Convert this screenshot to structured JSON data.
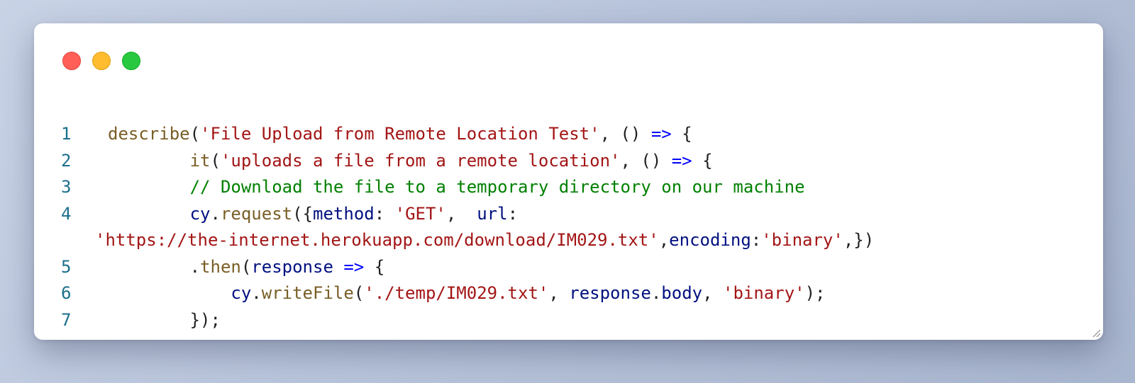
{
  "window": {
    "controls": {
      "close": "close",
      "minimize": "minimize",
      "zoom": "zoom"
    }
  },
  "code": {
    "lines": [
      {
        "number": "1",
        "tokens": [
          {
            "t": "describe",
            "c": "fn"
          },
          {
            "t": "(",
            "c": "pn"
          },
          {
            "t": "'File Upload from Remote Location Test'",
            "c": "str"
          },
          {
            "t": ", () ",
            "c": "pn"
          },
          {
            "t": "=>",
            "c": "kw"
          },
          {
            "t": " {",
            "c": "pn"
          }
        ]
      },
      {
        "number": "2",
        "tokens": [
          {
            "t": "        ",
            "c": "pn"
          },
          {
            "t": "it",
            "c": "fn"
          },
          {
            "t": "(",
            "c": "pn"
          },
          {
            "t": "'uploads a file from a remote location'",
            "c": "str"
          },
          {
            "t": ", () ",
            "c": "pn"
          },
          {
            "t": "=>",
            "c": "kw"
          },
          {
            "t": " {",
            "c": "pn"
          }
        ]
      },
      {
        "number": "3",
        "tokens": [
          {
            "t": "        ",
            "c": "pn"
          },
          {
            "t": "// Download the file to a temporary directory on our machine",
            "c": "cm"
          }
        ]
      },
      {
        "number": "4",
        "tokens": [
          {
            "t": "        ",
            "c": "pn"
          },
          {
            "t": "cy",
            "c": "var"
          },
          {
            "t": ".",
            "c": "pn"
          },
          {
            "t": "request",
            "c": "fn"
          },
          {
            "t": "({",
            "c": "pn"
          },
          {
            "t": "method",
            "c": "var"
          },
          {
            "t": ": ",
            "c": "pn"
          },
          {
            "t": "'GET'",
            "c": "str"
          },
          {
            "t": ",  ",
            "c": "pn"
          },
          {
            "t": "url",
            "c": "var"
          },
          {
            "t": ":",
            "c": "pn"
          }
        ]
      },
      {
        "number": "",
        "wrap": true,
        "tokens": [
          {
            "t": "'https://the-internet.herokuapp.com/download/IM029.txt'",
            "c": "str"
          },
          {
            "t": ",",
            "c": "pn"
          },
          {
            "t": "encoding",
            "c": "var"
          },
          {
            "t": ":",
            "c": "pn"
          },
          {
            "t": "'binary'",
            "c": "str"
          },
          {
            "t": ",})",
            "c": "pn"
          }
        ]
      },
      {
        "number": "5",
        "tokens": [
          {
            "t": "        ",
            "c": "pn"
          },
          {
            "t": ".",
            "c": "pn"
          },
          {
            "t": "then",
            "c": "fn"
          },
          {
            "t": "(",
            "c": "pn"
          },
          {
            "t": "response",
            "c": "var"
          },
          {
            "t": " ",
            "c": "pn"
          },
          {
            "t": "=>",
            "c": "kw"
          },
          {
            "t": " {",
            "c": "pn"
          }
        ]
      },
      {
        "number": "6",
        "tokens": [
          {
            "t": "            ",
            "c": "pn"
          },
          {
            "t": "cy",
            "c": "var"
          },
          {
            "t": ".",
            "c": "pn"
          },
          {
            "t": "writeFile",
            "c": "fn"
          },
          {
            "t": "(",
            "c": "pn"
          },
          {
            "t": "'./temp/IM029.txt'",
            "c": "str"
          },
          {
            "t": ", ",
            "c": "pn"
          },
          {
            "t": "response",
            "c": "var"
          },
          {
            "t": ".",
            "c": "pn"
          },
          {
            "t": "body",
            "c": "var"
          },
          {
            "t": ", ",
            "c": "pn"
          },
          {
            "t": "'binary'",
            "c": "str"
          },
          {
            "t": ");",
            "c": "pn"
          }
        ]
      },
      {
        "number": "7",
        "tokens": [
          {
            "t": "        ",
            "c": "pn"
          },
          {
            "t": "});",
            "c": "pn"
          }
        ]
      }
    ]
  },
  "colors": {
    "function": "#795e26",
    "string": "#a31515",
    "keyword": "#0000ff",
    "variable": "#001080",
    "comment": "#008000",
    "line_number": "#1b6f8c",
    "close_button": "#ff5f57",
    "minimize_button": "#febc2e",
    "zoom_button": "#28c840"
  },
  "icons": {
    "close": "close-dot-icon",
    "minimize": "minimize-dot-icon",
    "zoom": "zoom-dot-icon",
    "resize": "resize-grip-icon"
  }
}
